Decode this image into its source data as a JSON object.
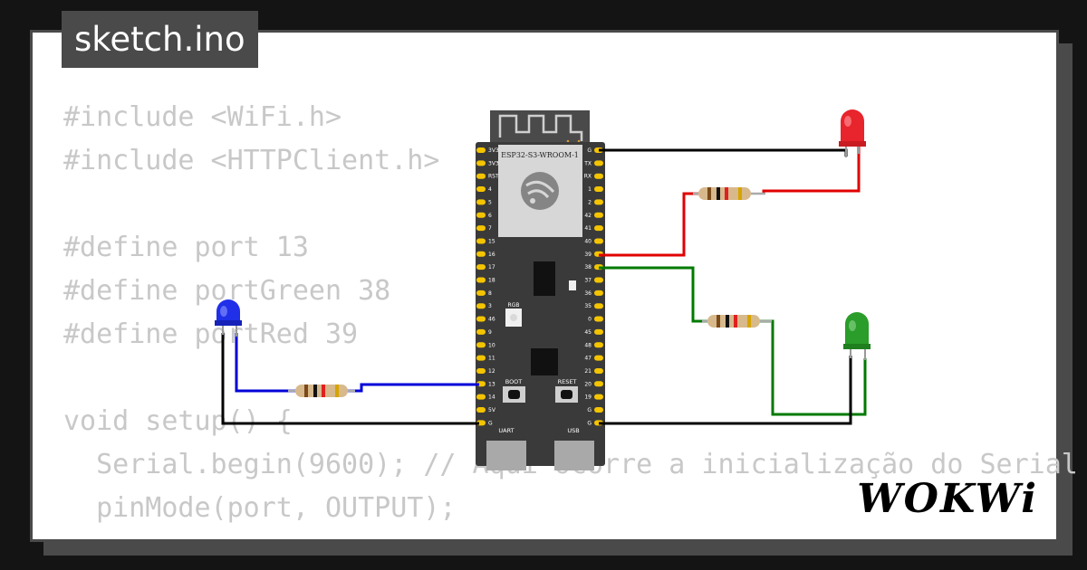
{
  "title": "sketch.ino",
  "code_lines": [
    "#include <WiFi.h>",
    "#include <HTTPClient.h>",
    "",
    "#define port 13",
    "#define portGreen 38",
    "#define portRed 39",
    "",
    "void setup() {",
    "  Serial.begin(9600); // Aqui ocorre a inicialização do Serial",
    "  pinMode(port, OUTPUT);"
  ],
  "board": {
    "module_label": "ESP32-S3-WROOM-1",
    "rgb_label": "RGB",
    "boot_label": "BOOT",
    "reset_label": "RESET",
    "uart_label": "UART",
    "usb_label": "USB",
    "left_pins": [
      "3V3",
      "3V3",
      "RST",
      "4",
      "5",
      "6",
      "7",
      "15",
      "16",
      "17",
      "18",
      "8",
      "3",
      "46",
      "9",
      "10",
      "11",
      "12",
      "13",
      "14",
      "5V",
      "G"
    ],
    "right_pins": [
      "G",
      "TX",
      "RX",
      "1",
      "2",
      "42",
      "41",
      "40",
      "39",
      "38",
      "37",
      "36",
      "35",
      "0",
      "45",
      "48",
      "47",
      "21",
      "20",
      "19",
      "G",
      "G"
    ]
  },
  "colors": {
    "background": "#141414",
    "panel": "#4a4a4a",
    "code_text": "#c8c8c8",
    "board": "#3a3a3a",
    "pin": "#f4c400",
    "wire_black": "#000000",
    "wire_red": "#e00000",
    "wire_green": "#007a00",
    "wire_blue": "#0000d8",
    "led_red": "#e8242c",
    "led_green": "#2a9d2a",
    "led_blue": "#2030e8"
  },
  "logo": "WOKWi"
}
